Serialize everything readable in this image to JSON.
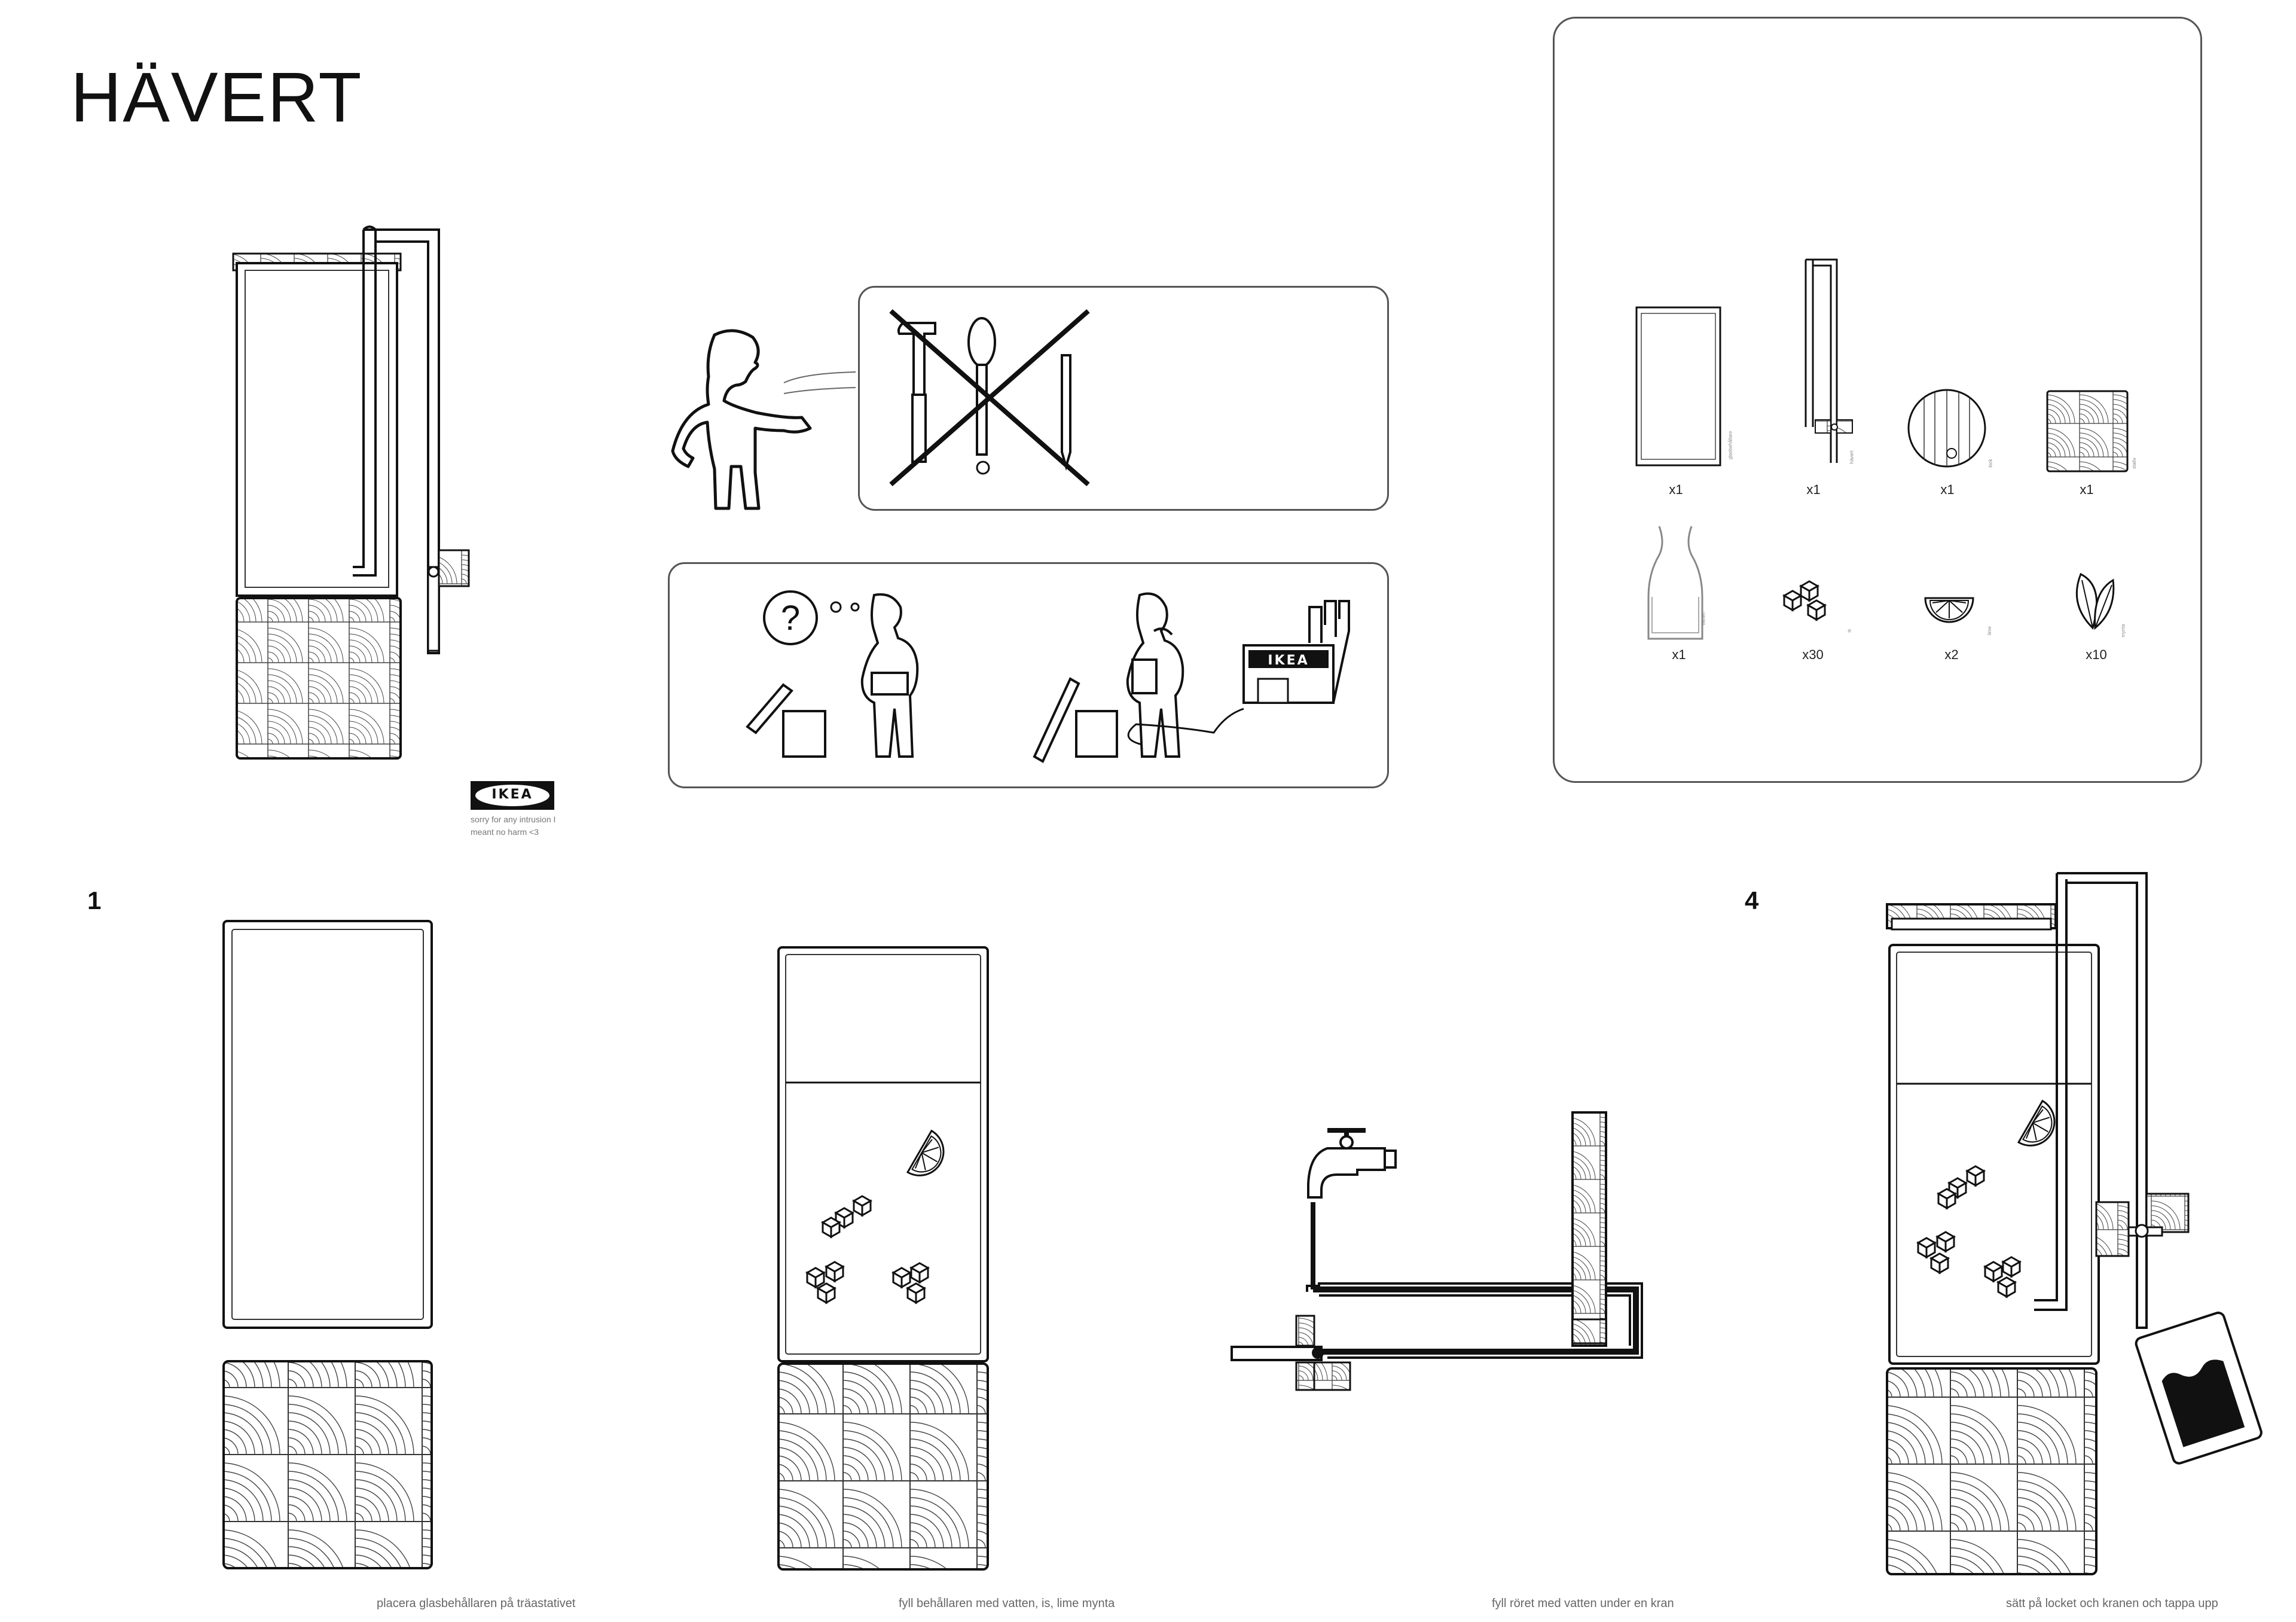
{
  "title": "HÄVERT",
  "brand": {
    "logo_text": "IKEA",
    "note_line1": "sorry for any intrusion I",
    "note_line2": "meant no harm <3"
  },
  "parts": [
    {
      "name": "glass",
      "count": "x1",
      "icon": "glass-container-icon",
      "label": "glasbehållare"
    },
    {
      "name": "siphon",
      "count": "x1",
      "icon": "siphon-tube-icon",
      "label": "hävert"
    },
    {
      "name": "lid",
      "count": "x1",
      "icon": "round-lid-icon",
      "label": "lock"
    },
    {
      "name": "stand",
      "count": "x1",
      "icon": "wooden-stand-icon",
      "label": "stativ"
    },
    {
      "name": "water",
      "count": "x1",
      "icon": "water-carafe-icon",
      "label": "vatten"
    },
    {
      "name": "ice",
      "count": "x30",
      "icon": "ice-cubes-icon",
      "label": "is"
    },
    {
      "name": "lime",
      "count": "x2",
      "icon": "lime-slice-icon",
      "label": "lime"
    },
    {
      "name": "mint",
      "count": "x10",
      "icon": "mint-leaves-icon",
      "label": "mynta"
    }
  ],
  "steps": [
    {
      "number": "1",
      "caption": "placera glasbehållaren på träastativet"
    },
    {
      "number": "",
      "caption": "fyll behållaren med vatten, is, lime mynta"
    },
    {
      "number": "",
      "caption": "fyll röret med vatten under en kran"
    },
    {
      "number": "4",
      "caption": "sätt på locket och kranen och tappa upp"
    }
  ],
  "colors": {
    "ink": "#111111",
    "frame": "#555555",
    "caption": "#666666",
    "paper": "#ffffff"
  }
}
